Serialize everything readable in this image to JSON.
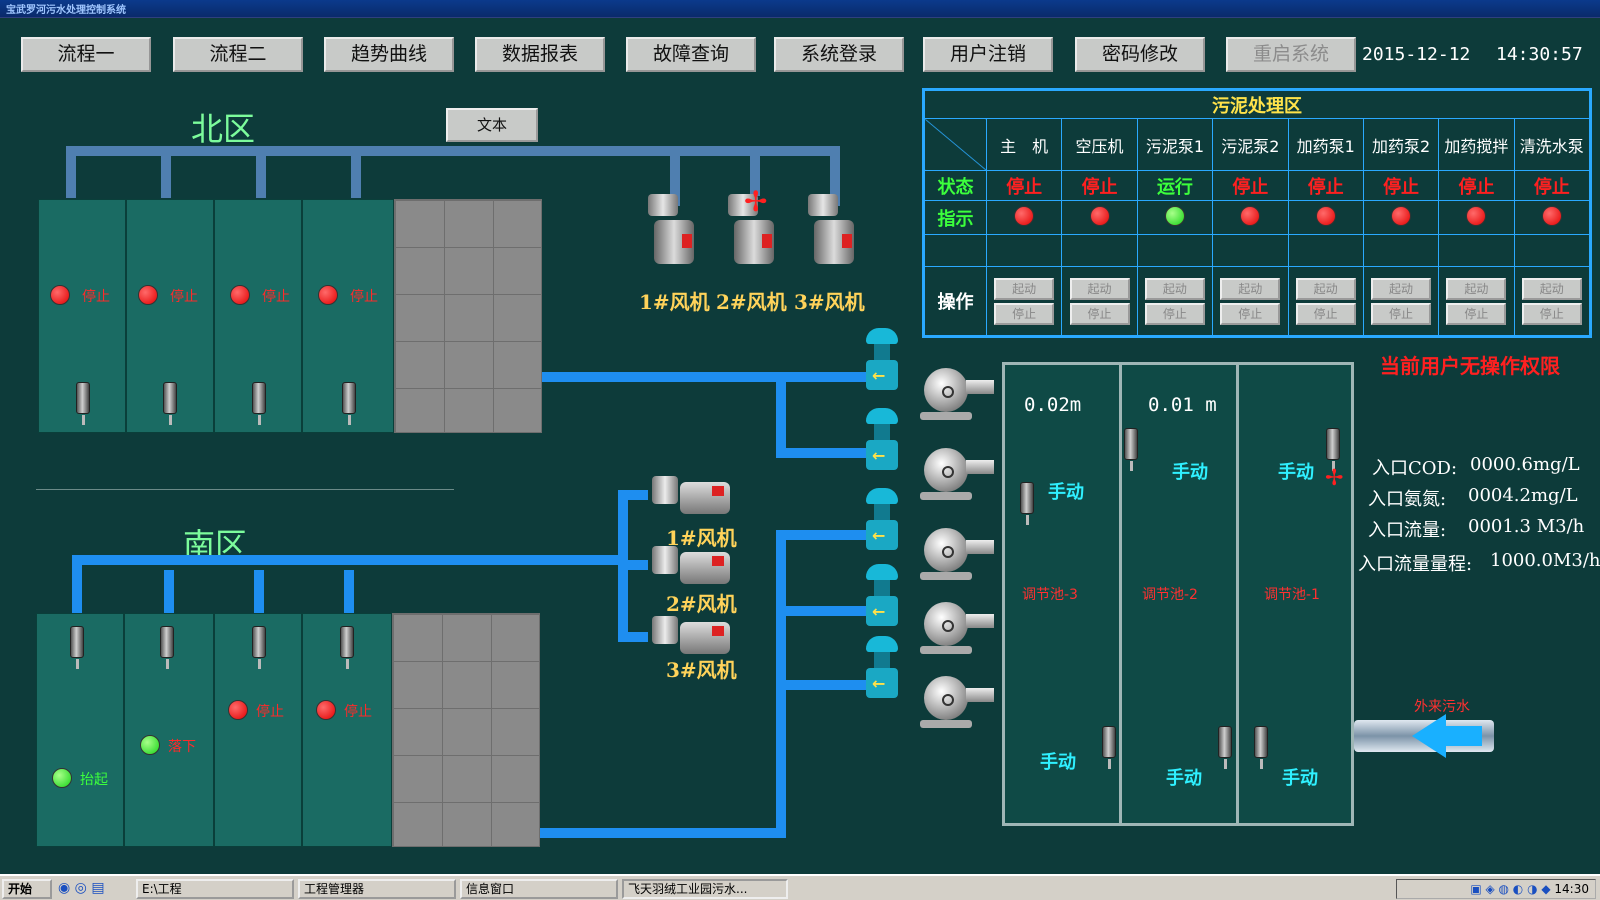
{
  "app": {
    "title": "宝武罗河污水处理控制系统"
  },
  "nav": {
    "buttons": [
      "流程一",
      "流程二",
      "趋势曲线",
      "数据报表",
      "故障查询",
      "系统登录",
      "用户注销",
      "密码修改",
      "重启系统"
    ],
    "date": "2015-12-12",
    "time": "14:30:57"
  },
  "north": {
    "title": "北区",
    "text_button": "文本",
    "tanks": [
      {
        "status": "停止",
        "color": "red"
      },
      {
        "status": "停止",
        "color": "red"
      },
      {
        "status": "停止",
        "color": "red"
      },
      {
        "status": "停止",
        "color": "red"
      }
    ],
    "fans": [
      "1#风机",
      "2#风机",
      "3#风机"
    ]
  },
  "south": {
    "title": "南区",
    "tanks": [
      {
        "status": "抬起",
        "color": "green"
      },
      {
        "status": "落下",
        "color": "green"
      },
      {
        "status": "停止",
        "color": "red"
      },
      {
        "status": "停止",
        "color": "red"
      }
    ],
    "fans": [
      "1#风机",
      "2#风机",
      "3#风机"
    ]
  },
  "sludge": {
    "title": "污泥处理区",
    "row_labels": {
      "status": "状态",
      "indicator": "指示",
      "operate": "操作"
    },
    "columns": [
      {
        "name": "主　机",
        "status": "停止",
        "color": "red"
      },
      {
        "name": "空压机",
        "status": "停止",
        "color": "red"
      },
      {
        "name": "污泥泵1",
        "status": "运行",
        "color": "green"
      },
      {
        "name": "污泥泵2",
        "status": "停止",
        "color": "red"
      },
      {
        "name": "加药泵1",
        "status": "停止",
        "color": "red"
      },
      {
        "name": "加药泵2",
        "status": "停止",
        "color": "red"
      },
      {
        "name": "加药搅拌",
        "status": "停止",
        "color": "red"
      },
      {
        "name": "清洗水泵",
        "status": "停止",
        "color": "red"
      }
    ],
    "start_label": "起动",
    "stop_label": "停止"
  },
  "warning": "当前用户无操作权限",
  "pools": {
    "levels": [
      "0.02m",
      "0.01 m"
    ],
    "names": [
      "调节池-3",
      "调节池-2",
      "调节池-1"
    ],
    "manual": "手动",
    "inlet_label": "外来污水"
  },
  "meters": [
    {
      "label": "入口COD:",
      "value": "0000.6mg/L"
    },
    {
      "label": "入口氨氮:",
      "value": "0004.2mg/L"
    },
    {
      "label": "入口流量:",
      "value": "0001.3 M3/h"
    },
    {
      "label": "入口流量量程:",
      "value": "1000.0M3/h"
    }
  ],
  "taskbar": {
    "start": "开始",
    "tasks": [
      "E:\\工程",
      "工程管理器",
      "信息窗口",
      "飞天羽绒工业园污水..."
    ],
    "clock": "14:30"
  }
}
